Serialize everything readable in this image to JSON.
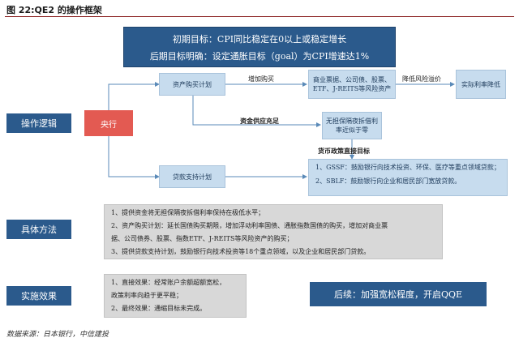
{
  "title": "图 22:QE2 的操作框架",
  "goals": {
    "line1": "初期目标：CPI同比稳定在0以上或稳定增长",
    "line2": "后期目标明确：设定通胀目标（goal）为CPI增速达1%"
  },
  "sections": {
    "logic": "操作逻辑",
    "methods": "具体方法",
    "effects": "实施效果"
  },
  "logic": {
    "center": "央行",
    "asset_plan": "资产购买计划",
    "increase_buy": "增加购买",
    "assets": "商业票据、公司债、股票、ETF、J-REITS等风险资产",
    "lower_premium": "降低风险溢价",
    "real_rate": "实际利率降低",
    "supply": "资金供应充足",
    "overnight": "无担保隔夜拆借利率近似于零",
    "direct_target": "货币政策直接目标",
    "loan_plan": "贷款支持计划",
    "gssf": "1、GSSF：鼓励银行向技术投资、环保、医疗等重点领域贷款；",
    "sblf": "2、SBLF：鼓励银行向企业和居民部门宽放贷款。"
  },
  "methods": [
    "1、提供资金将无担保隔夜拆借利率保持在极低水平；",
    "2、资产购买计划：延长国债购买期限，增加浮动利率国债、通胀指数国债的购买，增加对商业票",
    "据、公司债券、股票、指数ETF、J-REITS等风险资产的购买；",
    "3、提供贷款支持计划，鼓励银行向技术投资等18个重点领域，以及企业和居民部门贷款。"
  ],
  "effects": [
    "1、直接效果：经常账户余额超额宽松，",
    "政策利率向趋于更平稳；",
    "2、最终效果：通缩目标未完成。"
  ],
  "followup": "后续：加强宽松程度，开启QQE",
  "source": "数据来源：日本银行，中信建投"
}
